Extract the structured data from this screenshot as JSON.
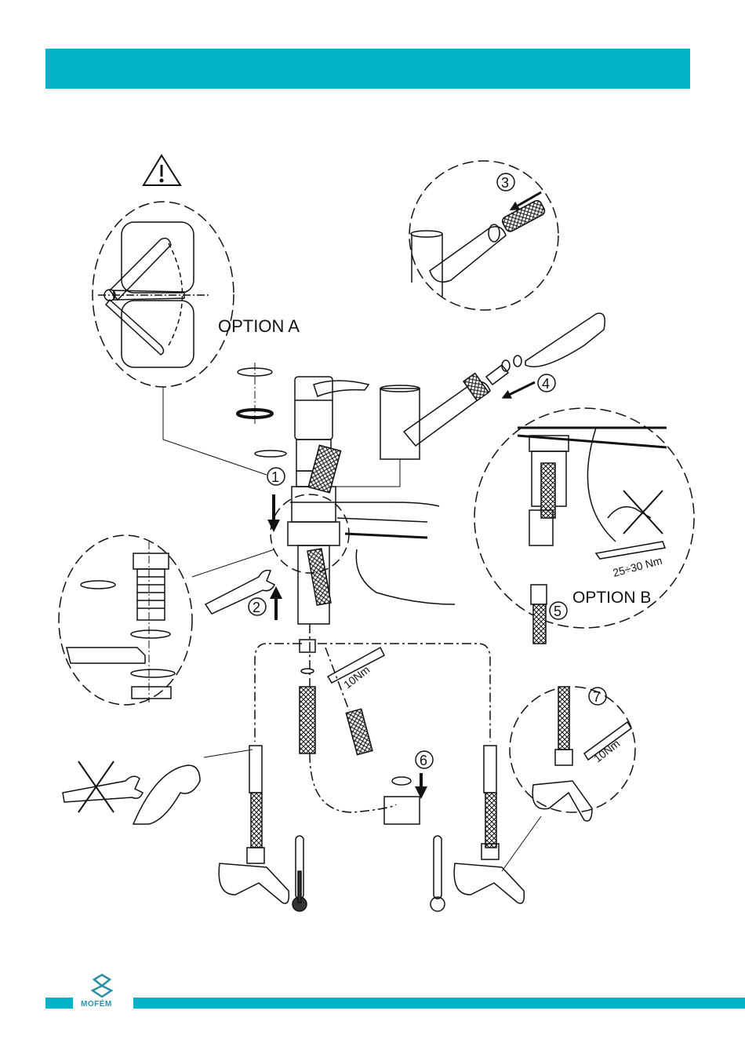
{
  "brand": {
    "accent_color": "#00b3c8",
    "logo_text": "MOFÉM"
  },
  "labels": {
    "option_a": "OPTION A",
    "option_b": "OPTION B",
    "torque_10nm": "10Nm",
    "torque_25_30": "25÷30 Nm"
  },
  "steps": [
    "1",
    "2",
    "3",
    "4",
    "5",
    "6",
    "7"
  ],
  "icons": [
    "warning-icon",
    "no-wrench-icon",
    "no-hand-icon",
    "hot-thermometer-icon",
    "cold-thermometer-icon"
  ]
}
